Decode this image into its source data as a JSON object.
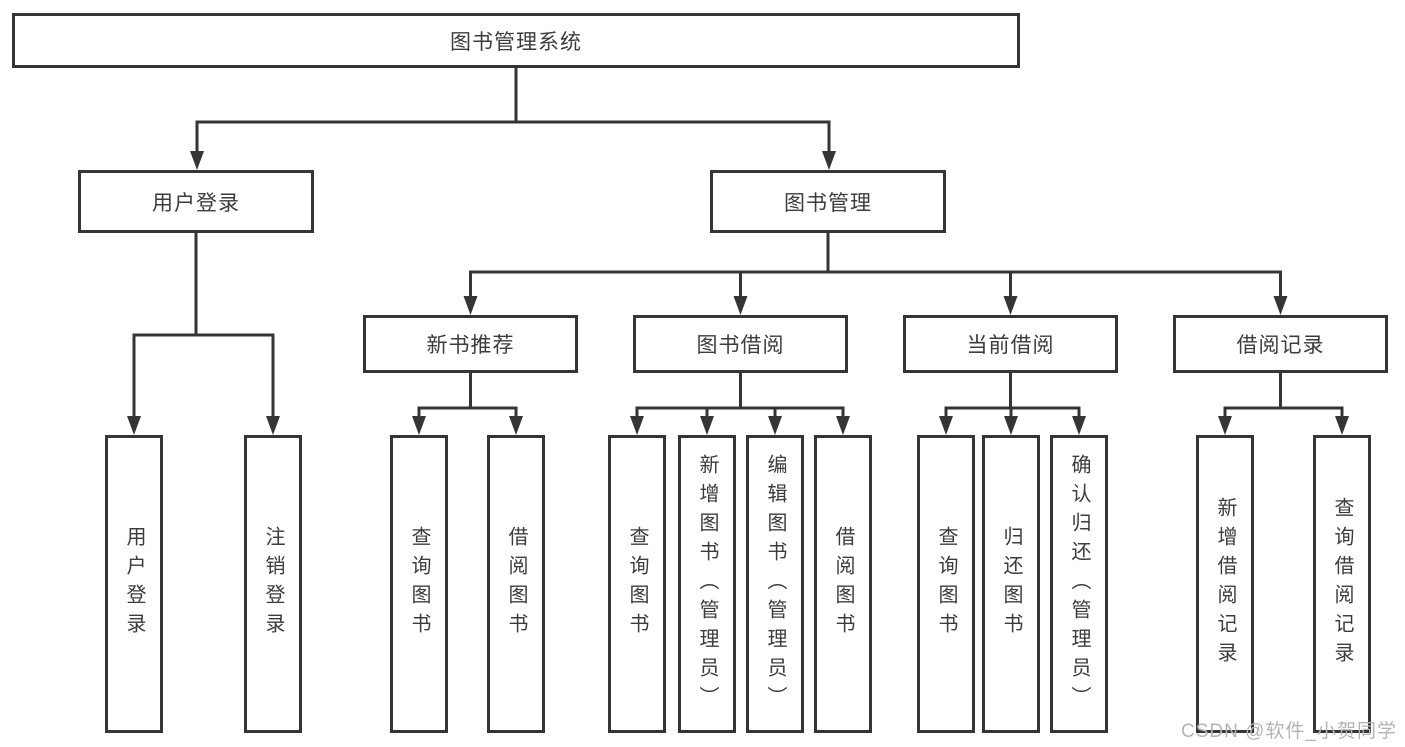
{
  "diagram": {
    "type": "tree",
    "root": {
      "label": "图书管理系统"
    },
    "branches": [
      {
        "label": "用户登录",
        "children": [
          {
            "label": "用户登录"
          },
          {
            "label": "注销登录"
          }
        ]
      },
      {
        "label": "图书管理",
        "children": [
          {
            "label": "新书推荐",
            "children": [
              {
                "label": "查询图书"
              },
              {
                "label": "借阅图书"
              }
            ]
          },
          {
            "label": "图书借阅",
            "children": [
              {
                "label": "查询图书"
              },
              {
                "label": "新增图书（管理员）"
              },
              {
                "label": "编辑图书（管理员）"
              },
              {
                "label": "借阅图书"
              }
            ]
          },
          {
            "label": "当前借阅",
            "children": [
              {
                "label": "查询图书"
              },
              {
                "label": "归还图书"
              },
              {
                "label": "确认归还（管理员）"
              }
            ]
          },
          {
            "label": "借阅记录",
            "children": [
              {
                "label": "新增借阅记录"
              },
              {
                "label": "查询借阅记录"
              }
            ]
          }
        ]
      }
    ]
  },
  "watermark": {
    "text": "CSDN @软件_小贺同学"
  },
  "colors": {
    "line": "#353535",
    "box_border": "#353535",
    "box_fill": "#ffffff",
    "text": "#3c3c3c",
    "watermark": "#b4b4b4",
    "background": "#ffffff"
  }
}
